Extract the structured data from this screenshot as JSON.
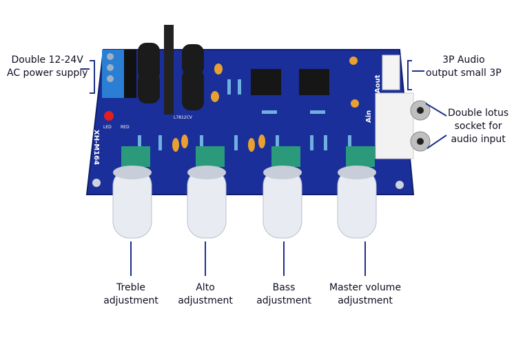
{
  "labels": {
    "power": [
      "Double 12-24V",
      "AC power supply"
    ],
    "audio_out": [
      "3P Audio",
      "output small 3P"
    ],
    "lotus": [
      "Double lotus",
      "socket for",
      "audio input"
    ],
    "treble": [
      "Treble",
      "adjustment"
    ],
    "alto": [
      "Alto",
      "adjustment"
    ],
    "bass": [
      "Bass",
      "adjustment"
    ],
    "master": [
      "Master volume",
      "adjustment"
    ]
  },
  "board": {
    "silkscreen": {
      "model": "XH-M164",
      "led": "LED",
      "red": "RED",
      "ain": "Ain",
      "aout": "Aout",
      "reg": "L7812CV"
    }
  },
  "colors": {
    "pcb": "#1a2f9a",
    "callout": "#1a2f8c",
    "knob": "#e8ecf2",
    "pot": "#2a9a7a"
  }
}
